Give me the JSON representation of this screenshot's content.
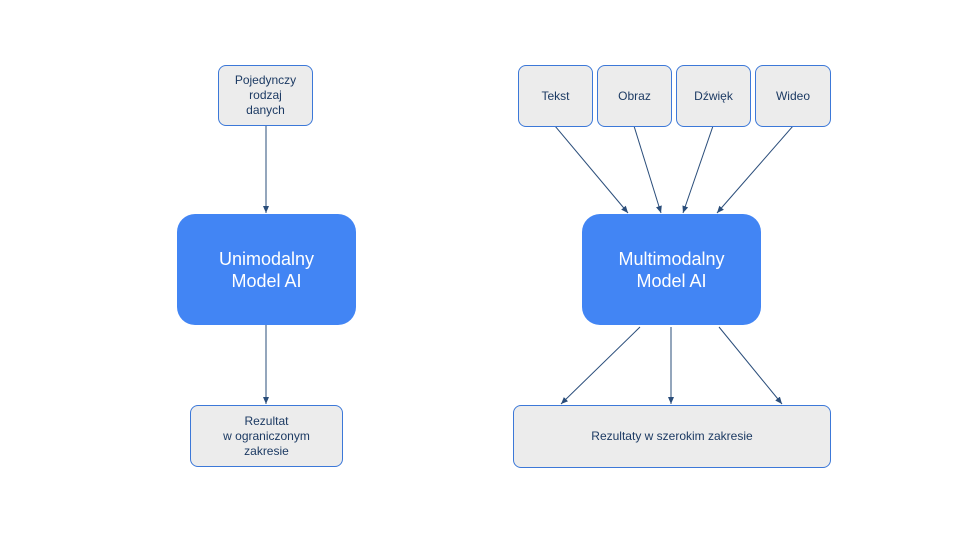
{
  "colors": {
    "model_fill": "#4285f4",
    "box_fill": "#ececec",
    "box_border": "#3c78d8",
    "arrow": "#2a4d7a",
    "box_text": "#1c3a63"
  },
  "unimodal": {
    "input_label": "Pojedynczy\nrodzaj\ndanych",
    "model_label": "Unimodalny\nModel AI",
    "output_label": "Rezultat\nw ograniczonym\nzakresie"
  },
  "multimodal": {
    "inputs": [
      "Tekst",
      "Obraz",
      "Dźwięk",
      "Wideo"
    ],
    "model_label": "Multimodalny\nModel AI",
    "output_label": "Rezultaty w szerokim zakresie"
  }
}
